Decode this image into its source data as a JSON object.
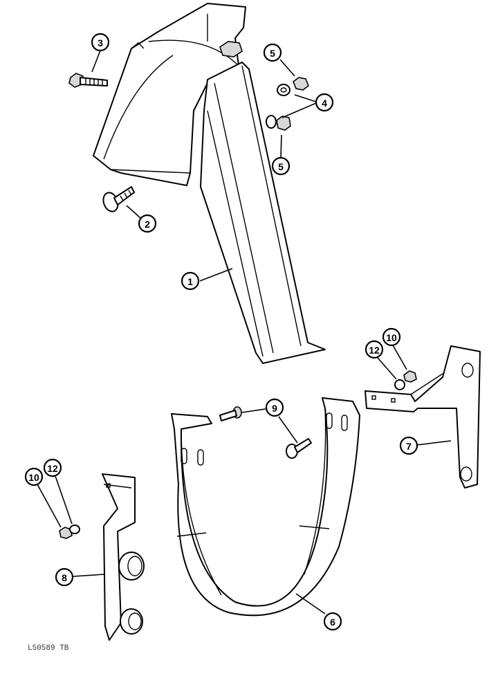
{
  "callouts": [
    {
      "id": "1",
      "label": "1"
    },
    {
      "id": "2",
      "label": "2"
    },
    {
      "id": "3",
      "label": "3"
    },
    {
      "id": "4",
      "label": "4"
    },
    {
      "id": "5a",
      "label": "5"
    },
    {
      "id": "5b",
      "label": "5"
    },
    {
      "id": "6",
      "label": "6"
    },
    {
      "id": "7",
      "label": "7"
    },
    {
      "id": "8",
      "label": "8"
    },
    {
      "id": "9",
      "label": "9"
    },
    {
      "id": "10a",
      "label": "10"
    },
    {
      "id": "10b",
      "label": "10"
    },
    {
      "id": "12a",
      "label": "12"
    },
    {
      "id": "12b",
      "label": "12"
    }
  ],
  "reference_code": "L50589 TB"
}
